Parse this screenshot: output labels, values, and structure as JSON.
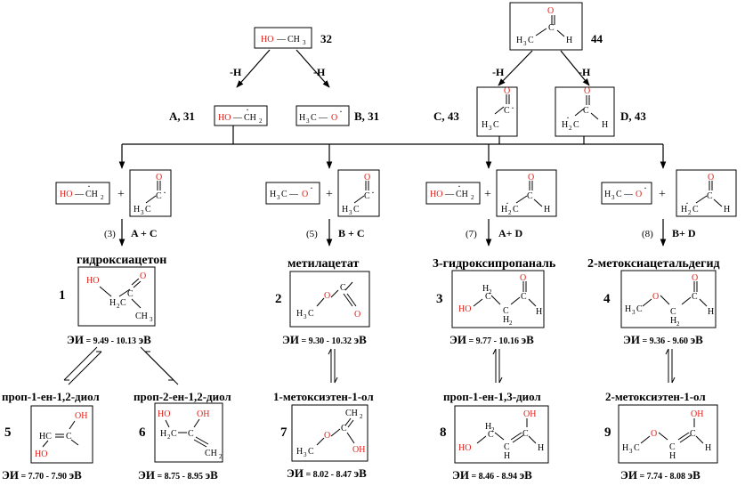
{
  "mass": {
    "m32": "32",
    "m44": "44"
  },
  "loss": {
    "h": "-H"
  },
  "labels": {
    "A": "A, 31",
    "B": "B, 31",
    "C": "C, 43",
    "D": "D, 43"
  },
  "atoms": {
    "ho": "HO",
    "oh": "OH",
    "o": "O",
    "ch3": "CH",
    "h3c": "H",
    "c": "C",
    "h": "H",
    "ch2": "CH",
    "hc": "HC",
    "h2c": "H",
    "dot_o": "O",
    "sub3": "3",
    "sub2": "2",
    "dot": "·",
    "dash": "—"
  },
  "plus": "+",
  "reactions": {
    "r3": {
      "num": "(3)",
      "pair": "A + C",
      "product": "гидроксиацетон",
      "idx": "1",
      "ei_label": "ЭИ",
      "ei": " = 9.49 - 10.13 ",
      "unit": "эВ"
    },
    "r5": {
      "num": "(5)",
      "pair": "B + C",
      "product": "метилацетат",
      "idx": "2",
      "ei_label": "ЭИ",
      "ei": " = 9.30 - 10.32 ",
      "unit": "эВ"
    },
    "r7": {
      "num": "(7)",
      "pair": "A+ D",
      "product": "3-гидроксипропаналь",
      "idx": "3",
      "ei_label": "ЭИ",
      "ei": " = 9.77 - 10.16 ",
      "unit": "эВ"
    },
    "r8": {
      "num": "(8)",
      "pair": "B+ D",
      "product": "2-метоксиацетальдегид",
      "idx": "4",
      "ei_label": "ЭИ",
      "ei": " = 9.36 - 9.60 ",
      "unit": "эВ"
    }
  },
  "isomers": {
    "i5": {
      "idx": "5",
      "name": "проп-1-ен-1,2-диол",
      "ei_label": "ЭИ",
      "ei": " = 7.70 - 7.90 ",
      "unit": "эВ"
    },
    "i6": {
      "idx": "6",
      "name": "проп-2-ен-1,2-диол",
      "ei_label": "ЭИ",
      "ei": " = 8.75 - 8.95 ",
      "unit": "эВ"
    },
    "i7": {
      "idx": "7",
      "name": "1-метоксиэтен-1-ол",
      "ei_label": "ЭИ",
      "ei": " = 8.02 - 8.47 ",
      "unit": "эВ"
    },
    "i8": {
      "idx": "8",
      "name": "проп-1-ен-1,3-диол",
      "ei_label": "ЭИ",
      "ei": " = 8.46 - 8.94 ",
      "unit": "эВ"
    },
    "i9": {
      "idx": "9",
      "name": "2-метоксиэтен-1-ол",
      "ei_label": "ЭИ",
      "ei": " = 7.74 - 8.08 ",
      "unit": "эВ"
    }
  }
}
